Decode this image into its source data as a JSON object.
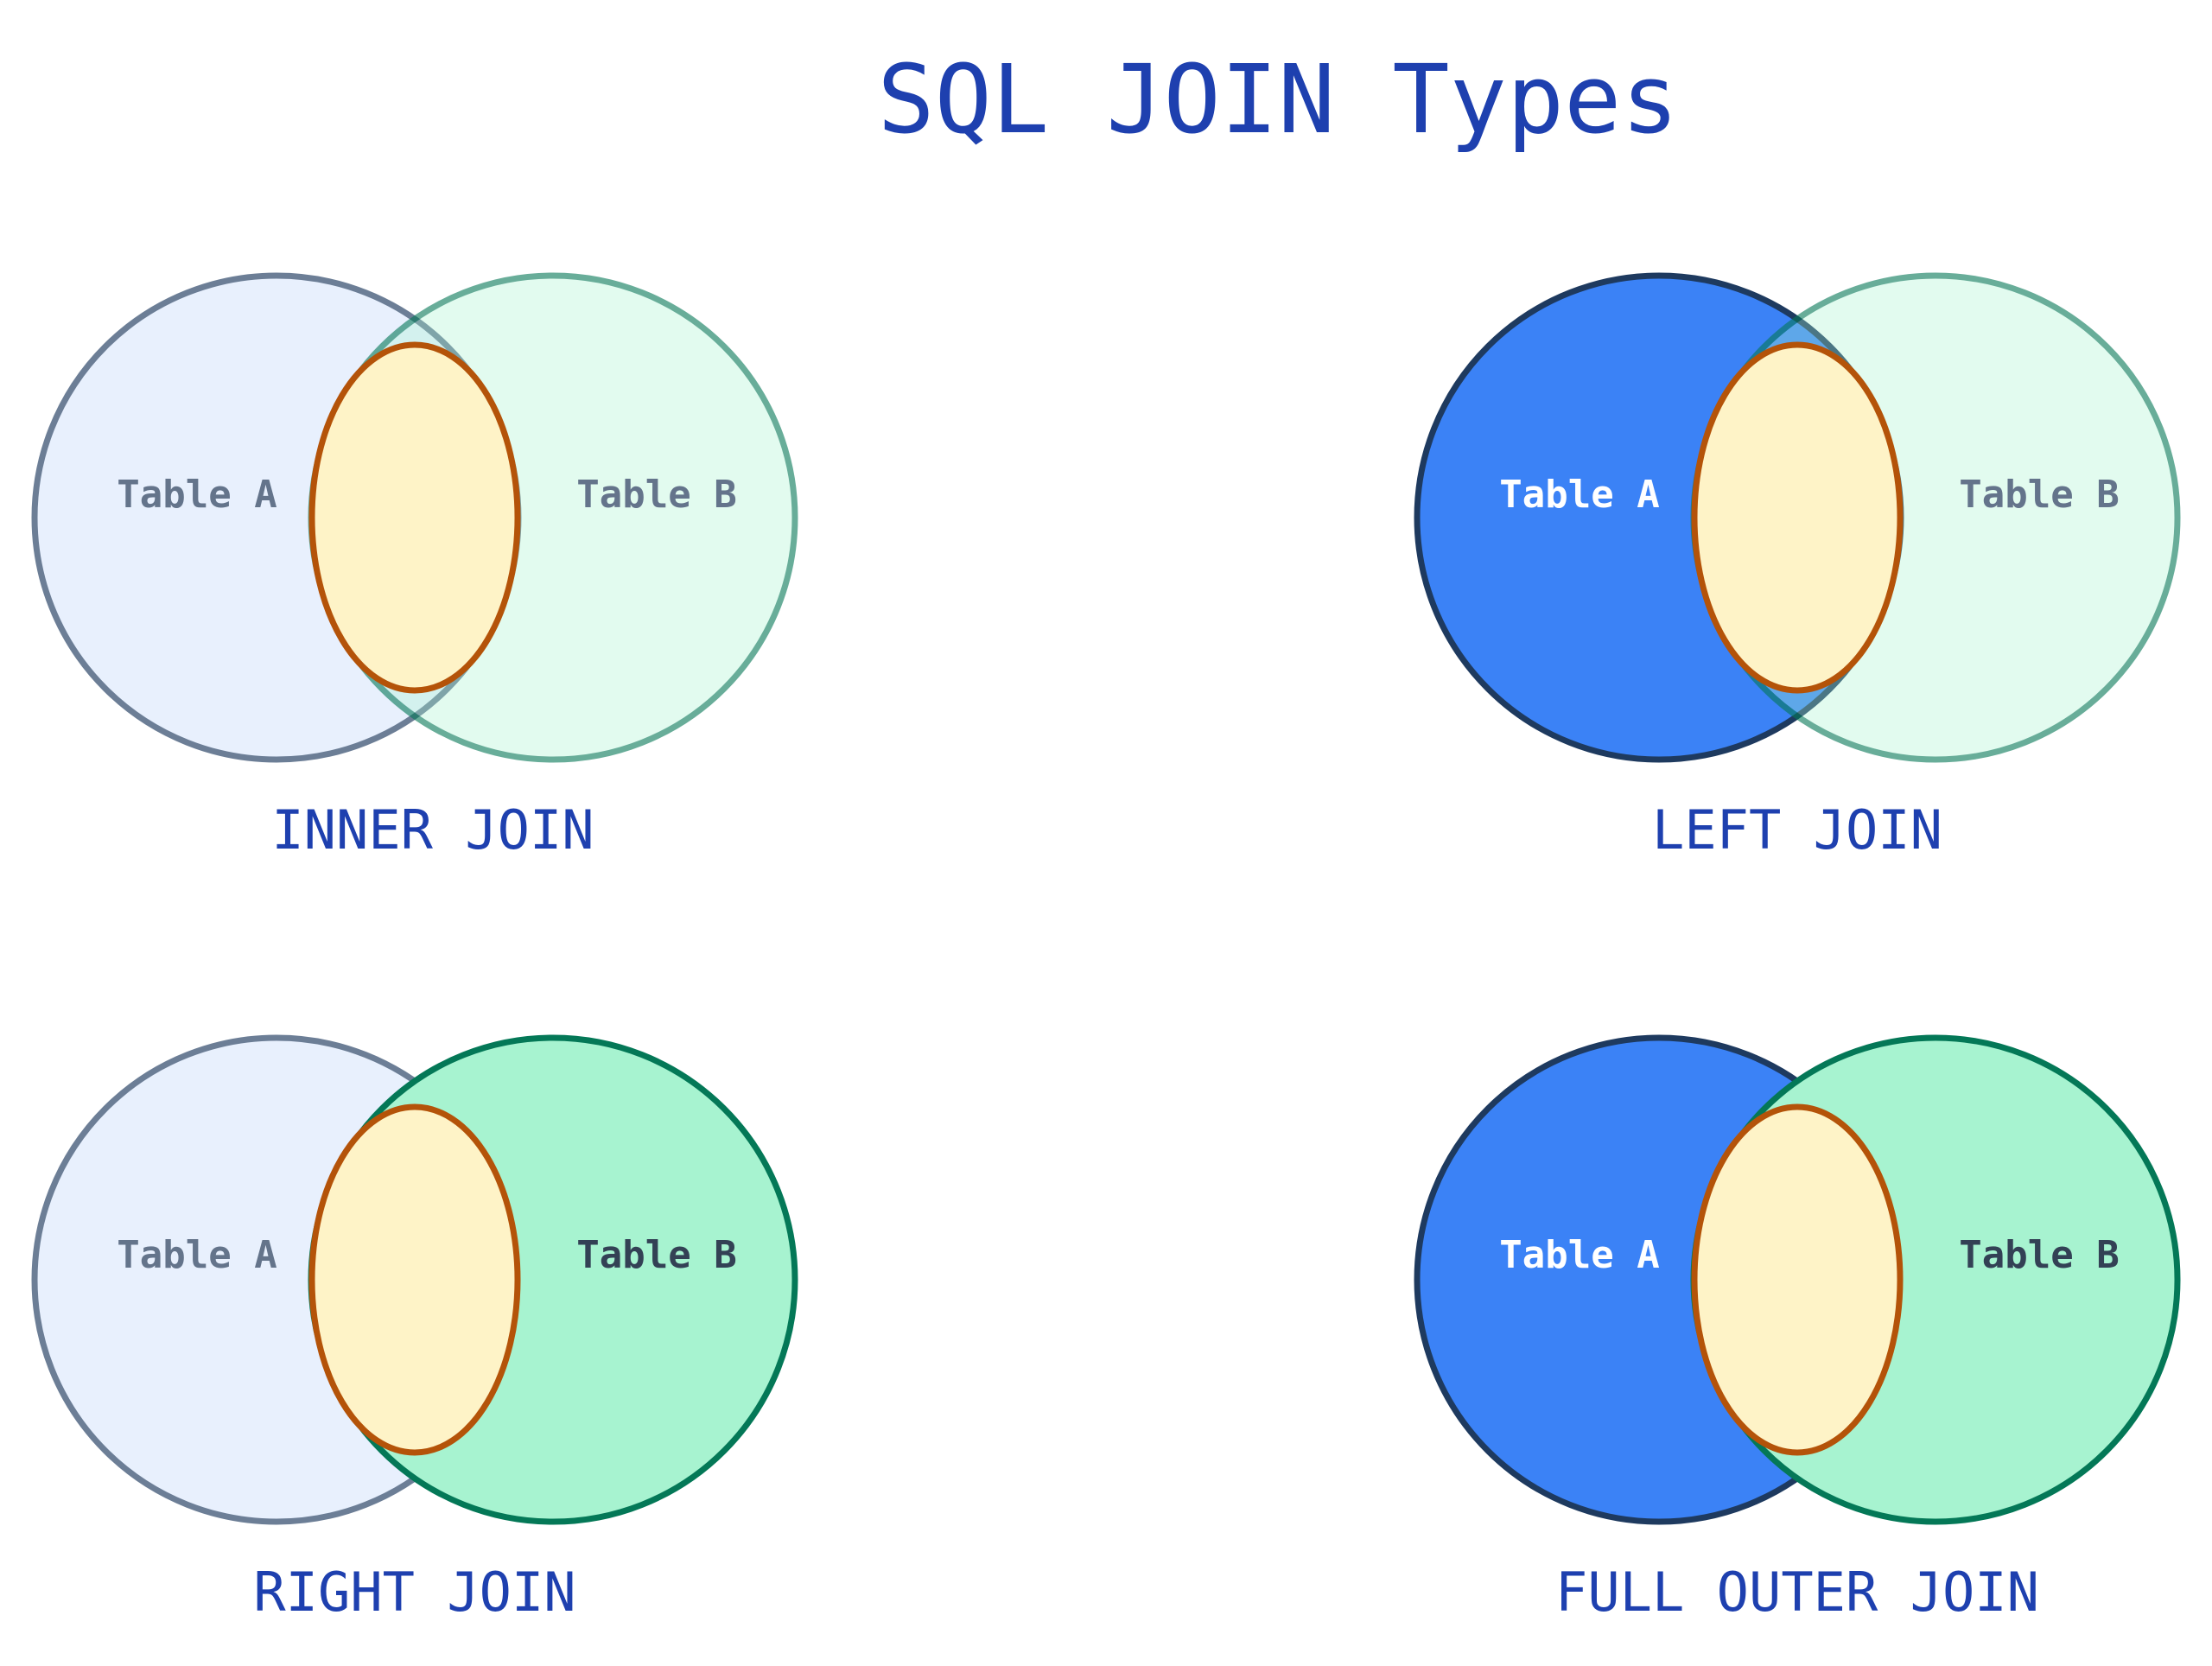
{
  "title": "SQL JOIN Types",
  "colors": {
    "title": "#1e40af",
    "table_a_fill": "#3b82f6",
    "table_a_stroke": "#1e3a5f",
    "table_b_fill": "#a7f3d0",
    "table_b_stroke": "#047857",
    "intersection_fill": "#fef3c7",
    "intersection_stroke": "#b45309",
    "label_muted": "#64748b",
    "label_on_blue": "#ffffff",
    "label_on_green": "#334155"
  },
  "diagrams": [
    {
      "name": "INNER JOIN",
      "table_a": {
        "label": "Table A",
        "highlighted": false
      },
      "table_b": {
        "label": "Table B",
        "highlighted": false
      },
      "intersection_highlighted": true
    },
    {
      "name": "LEFT JOIN",
      "table_a": {
        "label": "Table A",
        "highlighted": true
      },
      "table_b": {
        "label": "Table B",
        "highlighted": false
      },
      "intersection_highlighted": true
    },
    {
      "name": "RIGHT JOIN",
      "table_a": {
        "label": "Table A",
        "highlighted": false
      },
      "table_b": {
        "label": "Table B",
        "highlighted": true
      },
      "intersection_highlighted": true
    },
    {
      "name": "FULL OUTER JOIN",
      "table_a": {
        "label": "Table A",
        "highlighted": true
      },
      "table_b": {
        "label": "Table B",
        "highlighted": true
      },
      "intersection_highlighted": true
    }
  ]
}
